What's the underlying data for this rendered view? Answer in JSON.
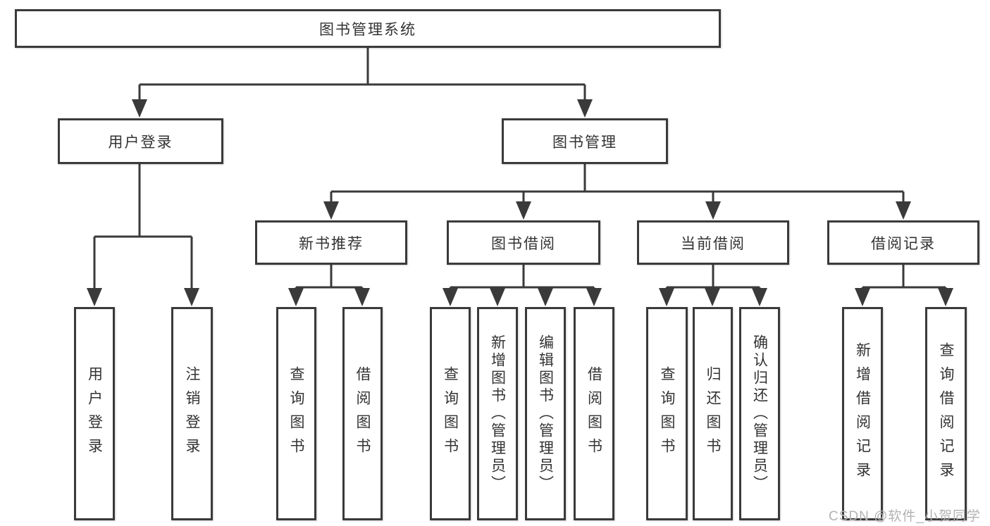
{
  "diagram": {
    "root": {
      "label": "图书管理系统"
    },
    "level2": [
      {
        "label": "用户登录"
      },
      {
        "label": "图书管理"
      }
    ],
    "level3": [
      {
        "label": "新书推荐",
        "parent": "图书管理"
      },
      {
        "label": "图书借阅",
        "parent": "图书管理"
      },
      {
        "label": "当前借阅",
        "parent": "图书管理"
      },
      {
        "label": "借阅记录",
        "parent": "图书管理"
      }
    ],
    "leaves": [
      {
        "label": "用户登录",
        "parent": "用户登录"
      },
      {
        "label": "注销登录",
        "parent": "用户登录"
      },
      {
        "label": "查询图书",
        "parent": "新书推荐"
      },
      {
        "label": "借阅图书",
        "parent": "新书推荐"
      },
      {
        "label": "查询图书",
        "parent": "图书借阅"
      },
      {
        "label": "新增图书（管理员）",
        "parent": "图书借阅"
      },
      {
        "label": "编辑图书（管理员）",
        "parent": "图书借阅"
      },
      {
        "label": "借阅图书",
        "parent": "图书借阅"
      },
      {
        "label": "查询图书",
        "parent": "当前借阅"
      },
      {
        "label": "归还图书",
        "parent": "当前借阅"
      },
      {
        "label": "确认归还（管理员）",
        "parent": "当前借阅"
      },
      {
        "label": "新增借阅记录",
        "parent": "借阅记录"
      },
      {
        "label": "查询借阅记录",
        "parent": "借阅记录"
      }
    ]
  },
  "watermark": "CSDN @软件_小贺同学",
  "colors": {
    "line": "#3a3a3a",
    "text": "#333333",
    "watermark": "#b3b3b3",
    "background": "#ffffff"
  }
}
